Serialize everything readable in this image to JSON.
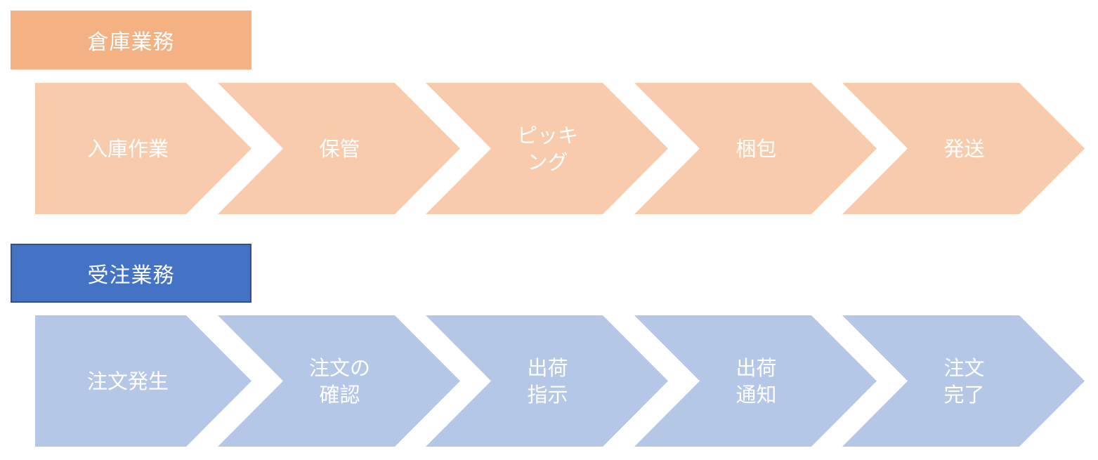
{
  "colors": {
    "warehouse_header": "#F4B183",
    "warehouse_step": "#F8CBAD",
    "order_header": "#4472C4",
    "order_header_border": "#2F528F",
    "order_step": "#B4C7E7",
    "text": "#FFFFFF"
  },
  "rows": [
    {
      "id": "warehouse",
      "title": "倉庫業務",
      "steps": [
        {
          "lines": [
            "入庫作業"
          ]
        },
        {
          "lines": [
            "保管"
          ]
        },
        {
          "lines": [
            "ピッキ",
            "ング"
          ]
        },
        {
          "lines": [
            "梱包"
          ]
        },
        {
          "lines": [
            "発送"
          ]
        }
      ]
    },
    {
      "id": "order",
      "title": "受注業務",
      "steps": [
        {
          "lines": [
            "注文発生"
          ]
        },
        {
          "lines": [
            "注文の",
            "確認"
          ]
        },
        {
          "lines": [
            "出荷",
            "指示"
          ]
        },
        {
          "lines": [
            "出荷",
            "通知"
          ]
        },
        {
          "lines": [
            "注文",
            "完了"
          ]
        }
      ]
    }
  ]
}
